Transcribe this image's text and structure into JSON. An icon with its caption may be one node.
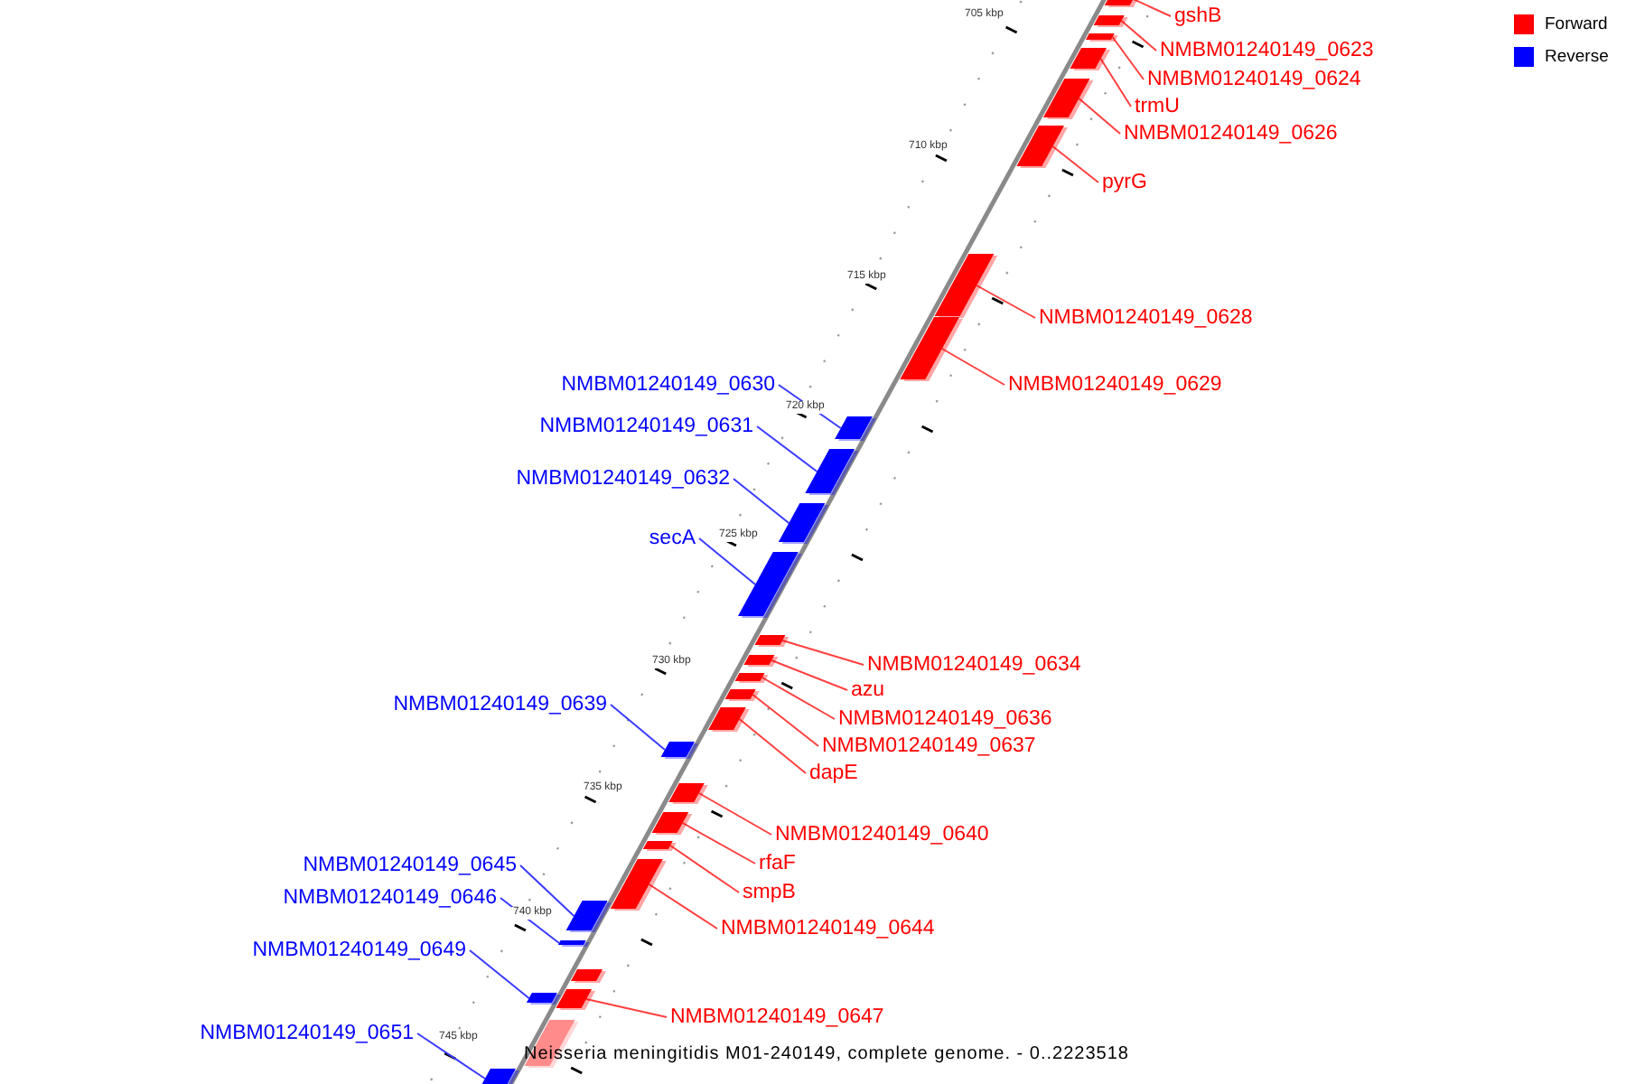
{
  "diagram": {
    "caption": "Neisseria meningitidis M01-240149, complete genome. - 0..2223518",
    "nodes": [
      {
        "text": [],
        "shape": "bar"
      },
      {
        "text": [],
        "shape": "bar"
      },
      {
        "text": [],
        "shape": "bar"
      },
      {
        "text": [],
        "shape": "bar"
      },
      {
        "text": [],
        "shape": "bar"
      },
      {
        "text": [],
        "shape": "bar"
      },
      {
        "text": [],
        "shape": "bar"
      },
      {
        "text": [],
        "shape": "bar"
      },
      {
        "text": [],
        "shape": "bar"
      },
      {
        "text": [],
        "shape": "bar"
      },
      {
        "text": [],
        "shape": "bar"
      },
      {
        "text": [],
        "shape": "bar"
      },
      {
        "text": [],
        "shape": "bar"
      },
      {
        "text": [],
        "shape": "bar"
      },
      {
        "text": [],
        "shape": "bar"
      },
      {
        "text": [],
        "shape": "bar"
      },
      {
        "text": [],
        "shape": "bar"
      },
      {
        "text": [],
        "shape": "bar"
      },
      {
        "text": [],
        "shape": "bar"
      },
      {
        "text": [],
        "shape": "bar"
      },
      {
        "text": [],
        "shape": "bar"
      },
      {
        "text": [],
        "shape": "bar"
      },
      {
        "text": [],
        "shape": "bar"
      },
      {
        "text": [],
        "shape": "bar"
      },
      {
        "text": [],
        "shape": "bar"
      },
      {
        "text": [],
        "shape": "bar"
      },
      {
        "text": [],
        "shape": "bar"
      },
      {
        "text": [],
        "shape": "bar"
      },
      {
        "text": [],
        "shape": "bar"
      },
      {
        "text": [
          "gshB"
        ]
      },
      {
        "text": [
          "NMBM01240149_0623"
        ]
      },
      {
        "text": [
          "NMBM01240149_0624"
        ]
      },
      {
        "text": [
          "trmU"
        ]
      },
      {
        "text": [
          "NMBM01240149_0626"
        ]
      },
      {
        "text": [
          "pyrG"
        ]
      },
      {
        "text": [
          "NMBM01240149_0628"
        ]
      },
      {
        "text": [
          "NMBM01240149_0630"
        ]
      },
      {
        "text": [
          "NMBM01240149_0629"
        ]
      },
      {
        "text": [
          "NMBM01240149_0631"
        ]
      },
      {
        "text": [
          "NMBM01240149_0632"
        ]
      },
      {
        "text": [
          "secA"
        ]
      },
      {
        "text": [
          "NMBM01240149_0634"
        ]
      },
      {
        "text": [
          "azu"
        ]
      },
      {
        "text": [
          "NMBM01240149_0639"
        ]
      },
      {
        "text": [
          "NMBM01240149_0636"
        ]
      },
      {
        "text": [
          "NMBM01240149_0637"
        ]
      },
      {
        "text": [
          "dapE"
        ]
      },
      {
        "text": [
          "NMBM01240149_0640"
        ]
      },
      {
        "text": [
          "rfaF"
        ]
      },
      {
        "text": [
          "NMBM01240149_0645"
        ]
      },
      {
        "text": [
          "smpB"
        ]
      },
      {
        "text": [
          "NMBM01240149_0646"
        ]
      },
      {
        "text": [
          "NMBM01240149_0644"
        ]
      },
      {
        "text": [
          "NMBM01240149_0649"
        ]
      },
      {
        "text": [
          "NMBM01240149_0647"
        ]
      },
      {
        "text": [
          "NMBM01240149_0651"
        ]
      }
    ],
    "edges": [
      {
        "from": 29,
        "to": 0,
        "arrow": "none"
      },
      {
        "from": 30,
        "to": 1,
        "arrow": "none"
      },
      {
        "from": 31,
        "to": 2,
        "arrow": "none"
      },
      {
        "from": 32,
        "to": 3,
        "arrow": "none"
      },
      {
        "from": 33,
        "to": 4,
        "arrow": "none"
      },
      {
        "from": 34,
        "to": 5,
        "arrow": "none"
      },
      {
        "from": 35,
        "to": 6,
        "arrow": "none"
      },
      {
        "from": 36,
        "to": 8,
        "arrow": "none",
        "color": "#3b3bff"
      },
      {
        "from": 37,
        "to": 7,
        "arrow": "none"
      },
      {
        "from": 38,
        "to": 9,
        "arrow": "none",
        "color": "#3b3bff"
      },
      {
        "from": 39,
        "to": 10,
        "arrow": "none",
        "color": "#3b3bff"
      },
      {
        "from": 40,
        "to": 11,
        "arrow": "none",
        "color": "#3b3bff"
      },
      {
        "from": 41,
        "to": 12,
        "arrow": "none"
      },
      {
        "from": 42,
        "to": 13,
        "arrow": "none"
      },
      {
        "from": 43,
        "to": 17,
        "arrow": "none",
        "color": "#3b3bff"
      },
      {
        "from": 44,
        "to": 14,
        "arrow": "none"
      },
      {
        "from": 45,
        "to": 15,
        "arrow": "none"
      },
      {
        "from": 46,
        "to": 16,
        "arrow": "none"
      },
      {
        "from": 47,
        "to": 18,
        "arrow": "none"
      },
      {
        "from": 48,
        "to": 19,
        "arrow": "none"
      },
      {
        "from": 49,
        "to": 22,
        "arrow": "none",
        "color": "#3b3bff"
      },
      {
        "from": 50,
        "to": 20,
        "arrow": "none"
      },
      {
        "from": 51,
        "to": 23,
        "arrow": "none",
        "color": "#3b3bff"
      },
      {
        "from": 52,
        "to": 21,
        "arrow": "none"
      },
      {
        "from": 53,
        "to": 26,
        "arrow": "none",
        "color": "#3b3bff"
      },
      {
        "from": 54,
        "to": 25,
        "arrow": "none"
      },
      {
        "from": 55,
        "to": 28,
        "arrow": "none",
        "color": "#3b3bff"
      }
    ],
    "labels": [
      "705 kbp",
      "710 kbp",
      "715 kbp",
      "720 kbp",
      "725 kbp",
      "730 kbp",
      "735 kbp",
      "740 kbp",
      "745 kbp"
    ],
    "legend": [
      {
        "text": "Forward",
        "color": "#ff0000"
      },
      {
        "text": "Reverse",
        "color": "#0000ff"
      }
    ]
  }
}
